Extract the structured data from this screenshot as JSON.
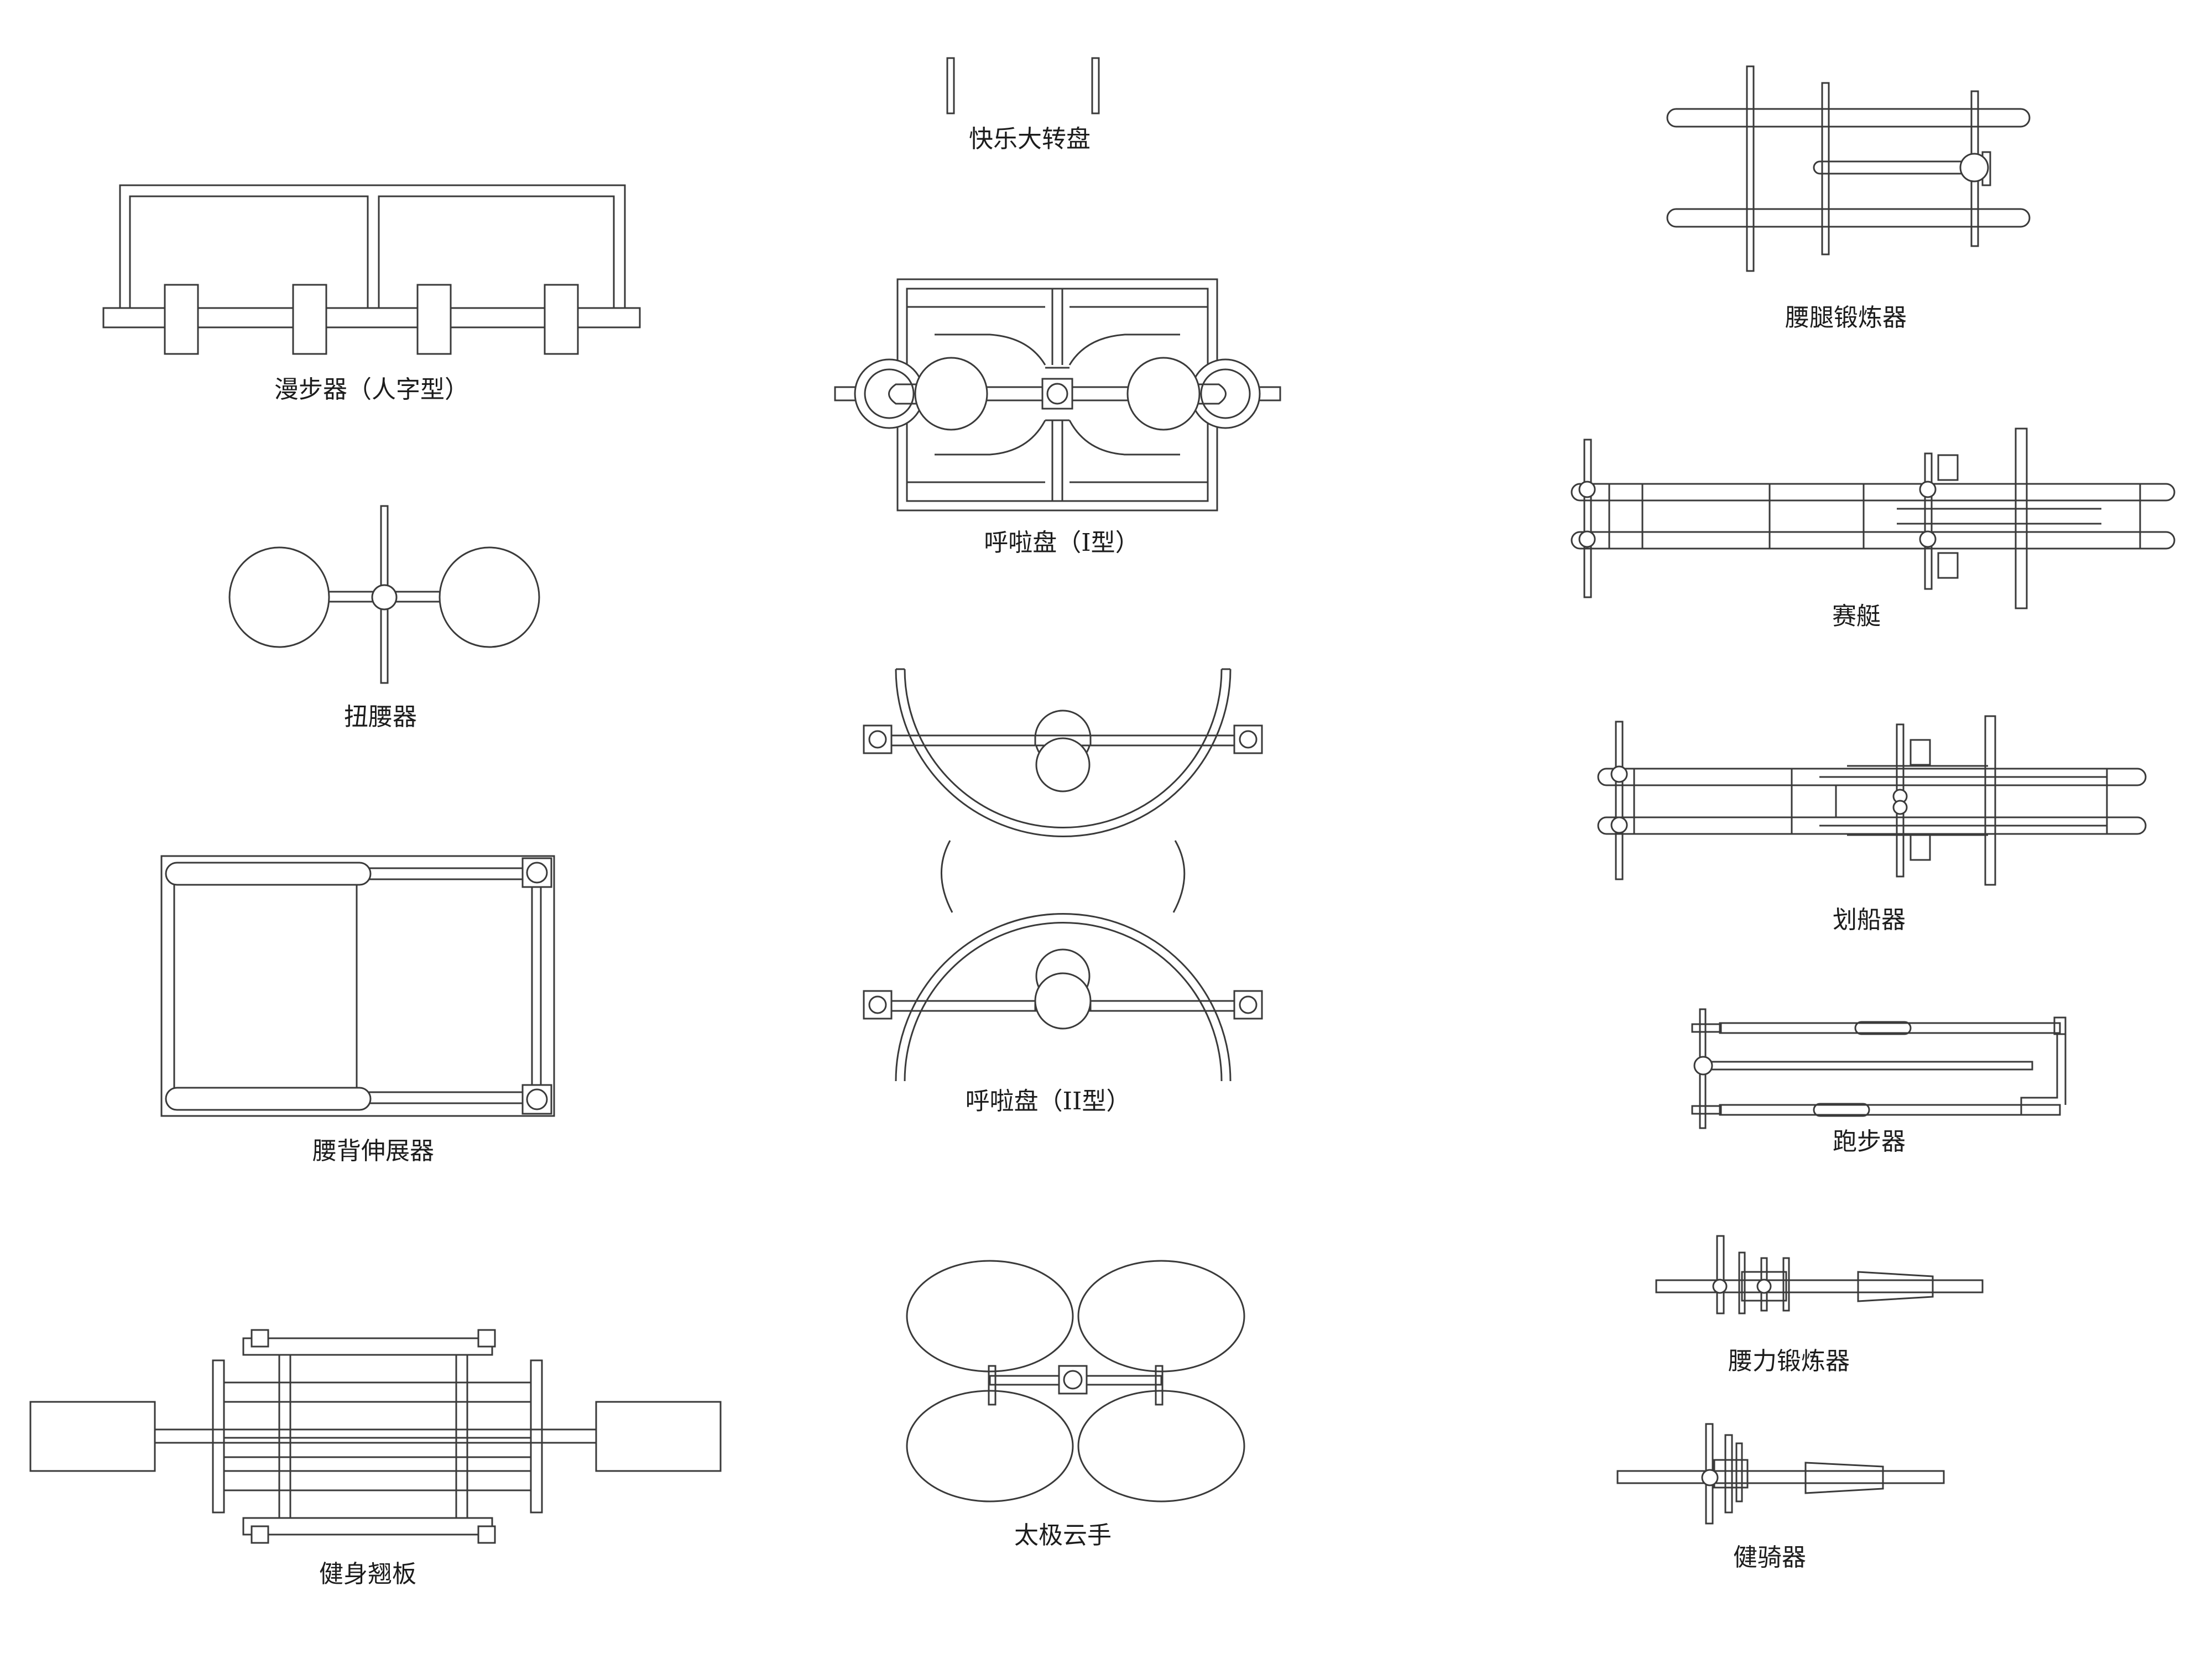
{
  "labels": {
    "happy_turntable": "快乐大转盘",
    "walker": "漫步器（人字型）",
    "waist_leg_trainer": "腰腿锻炼器",
    "hula_disc_1": "呼啦盘（I型）",
    "rowing_race": "赛艇",
    "waist_twister": "扭腰器",
    "rowing_machine": "划船器",
    "back_stretcher": "腰背伸展器",
    "hula_disc_2": "呼啦盘（II型）",
    "running_machine": "跑步器",
    "fitness_seesaw": "健身翘板",
    "taichi_hands": "太极云手",
    "waist_strength_trainer": "腰力锻炼器",
    "riding_machine": "健骑器"
  }
}
